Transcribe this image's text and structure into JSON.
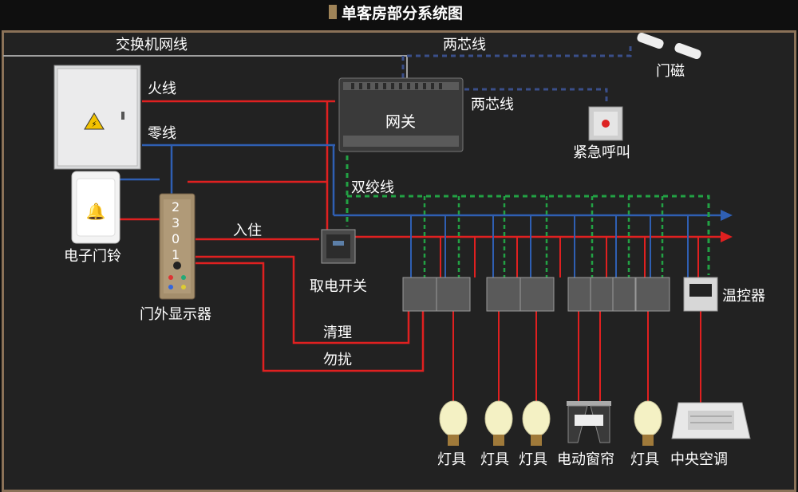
{
  "title": "单客房部分系统图",
  "labels": {
    "switch_line": "交换机网线",
    "live_wire": "火线",
    "neutral_wire": "零线",
    "two_core_top": "两芯线",
    "two_core_mid": "两芯线",
    "door_sensor": "门磁",
    "gateway": "网关",
    "emergency_call": "紧急呼叫",
    "twisted_pair": "双绞线",
    "doorbell": "电子门铃",
    "door_display": "门外显示器",
    "check_in": "入住",
    "power_switch": "取电开关",
    "clean": "清理",
    "dnd": "勿扰",
    "thermostat": "温控器",
    "lamp1": "灯具",
    "lamp2": "灯具",
    "lamp3": "灯具",
    "curtain": "电动窗帘",
    "lamp4": "灯具",
    "ac": "中央空调"
  },
  "door_display_digits": [
    "2",
    "3",
    "0",
    "1"
  ],
  "colors": {
    "live": "#e02020",
    "neutral": "#2f5fb3",
    "signal": "#22a244",
    "two_core": "#3a4f8a",
    "network": "#a0a0a0",
    "frame": "#8b7258"
  }
}
